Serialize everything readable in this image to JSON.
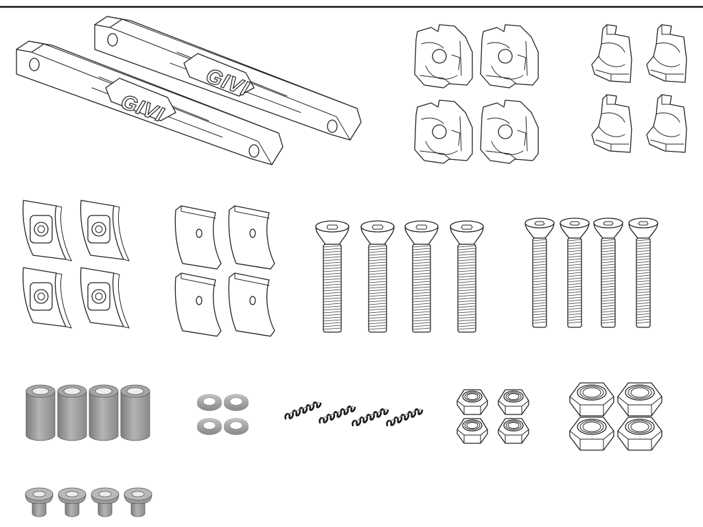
{
  "diagram": {
    "brand_logo": "GIVI",
    "colors": {
      "line": "#222222",
      "border": "#111111",
      "grey_part": "#9a9a9a",
      "grey_part_dark": "#6f6f6f",
      "background": "#ffffff"
    },
    "part_groups": [
      {
        "name": "mounting-rail",
        "count": 2
      },
      {
        "name": "large-clamp",
        "count": 4
      },
      {
        "name": "small-clamp",
        "count": 4
      },
      {
        "name": "slotted-plate",
        "count": 4
      },
      {
        "name": "curved-plate",
        "count": 4
      },
      {
        "name": "long-bolt",
        "count": 4
      },
      {
        "name": "thin-bolt",
        "count": 4
      },
      {
        "name": "spacer",
        "count": 4
      },
      {
        "name": "washer",
        "count": 4
      },
      {
        "name": "spring",
        "count": 4
      },
      {
        "name": "small-nut",
        "count": 4
      },
      {
        "name": "large-nut",
        "count": 4
      },
      {
        "name": "bushing",
        "count": 4
      }
    ]
  }
}
